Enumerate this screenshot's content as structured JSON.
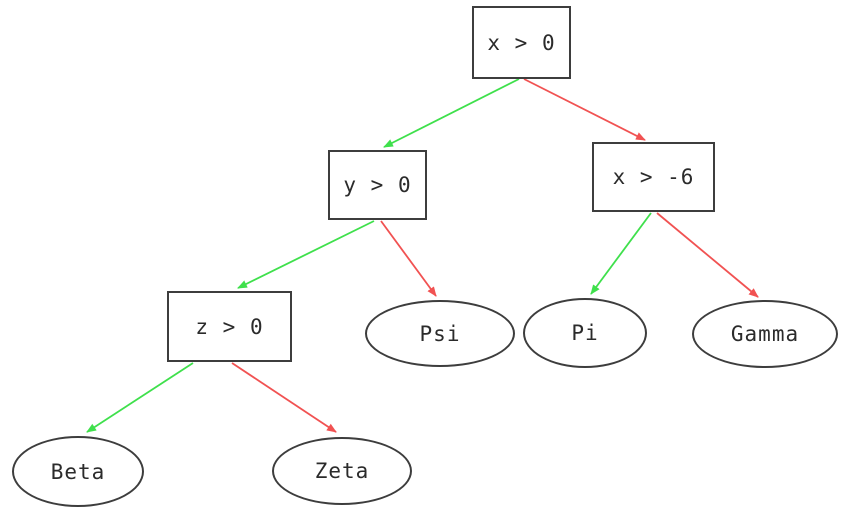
{
  "diagram": {
    "type": "decision-tree",
    "colors": {
      "true_edge": "#3fe04c",
      "false_edge": "#f15252",
      "node_border": "#3d3d3d",
      "node_text": "#2b2b2b",
      "background": "#ffffff"
    },
    "nodes": {
      "root": {
        "label": "x > 0",
        "kind": "decision"
      },
      "y0": {
        "label": "y > 0",
        "kind": "decision"
      },
      "xm6": {
        "label": "x > -6",
        "kind": "decision"
      },
      "z0": {
        "label": "z > 0",
        "kind": "decision"
      },
      "psi": {
        "label": "Psi",
        "kind": "leaf"
      },
      "pi": {
        "label": "Pi",
        "kind": "leaf"
      },
      "gamma": {
        "label": "Gamma",
        "kind": "leaf"
      },
      "beta": {
        "label": "Beta",
        "kind": "leaf"
      },
      "zeta": {
        "label": "Zeta",
        "kind": "leaf"
      }
    },
    "edges": [
      {
        "from": "root",
        "to": "y0",
        "branch": "true"
      },
      {
        "from": "root",
        "to": "xm6",
        "branch": "false"
      },
      {
        "from": "y0",
        "to": "z0",
        "branch": "true"
      },
      {
        "from": "y0",
        "to": "psi",
        "branch": "false"
      },
      {
        "from": "xm6",
        "to": "pi",
        "branch": "true"
      },
      {
        "from": "xm6",
        "to": "gamma",
        "branch": "false"
      },
      {
        "from": "z0",
        "to": "beta",
        "branch": "true"
      },
      {
        "from": "z0",
        "to": "zeta",
        "branch": "false"
      }
    ]
  }
}
